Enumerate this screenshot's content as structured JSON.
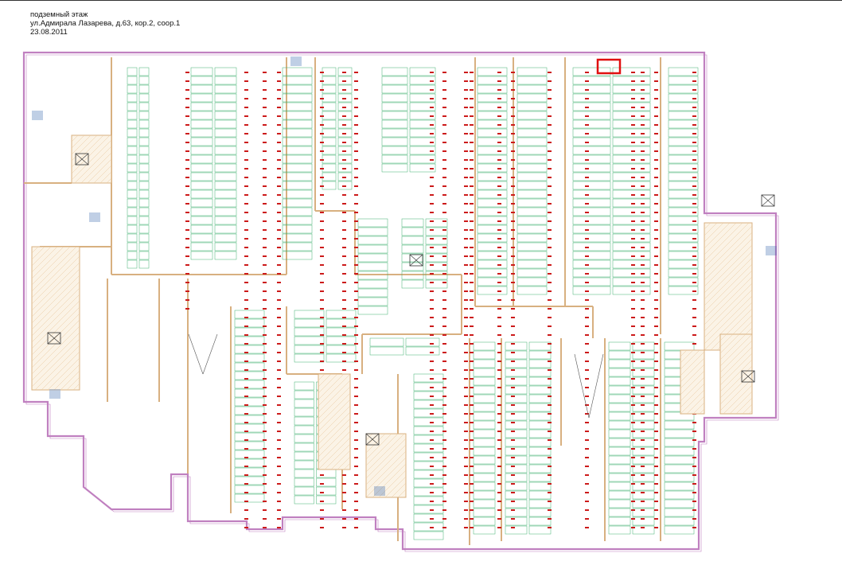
{
  "header": {
    "line1": "подземный этаж",
    "line2": "ул.Адмирала Лазарева, д.63, кор.2, соор.1",
    "line3": "23.08.2011"
  },
  "colors": {
    "outer_wall": "#c080c0",
    "inner_wall": "#d8b080",
    "space_lines": "#40b070",
    "space_numbers": "#cc1a1a",
    "highlight": "#e01010",
    "text": "#222222"
  },
  "highlighted_space": "",
  "icons": [
    "stair-icon",
    "elevator-shaft-icon",
    "ramp-arrow-icon"
  ]
}
